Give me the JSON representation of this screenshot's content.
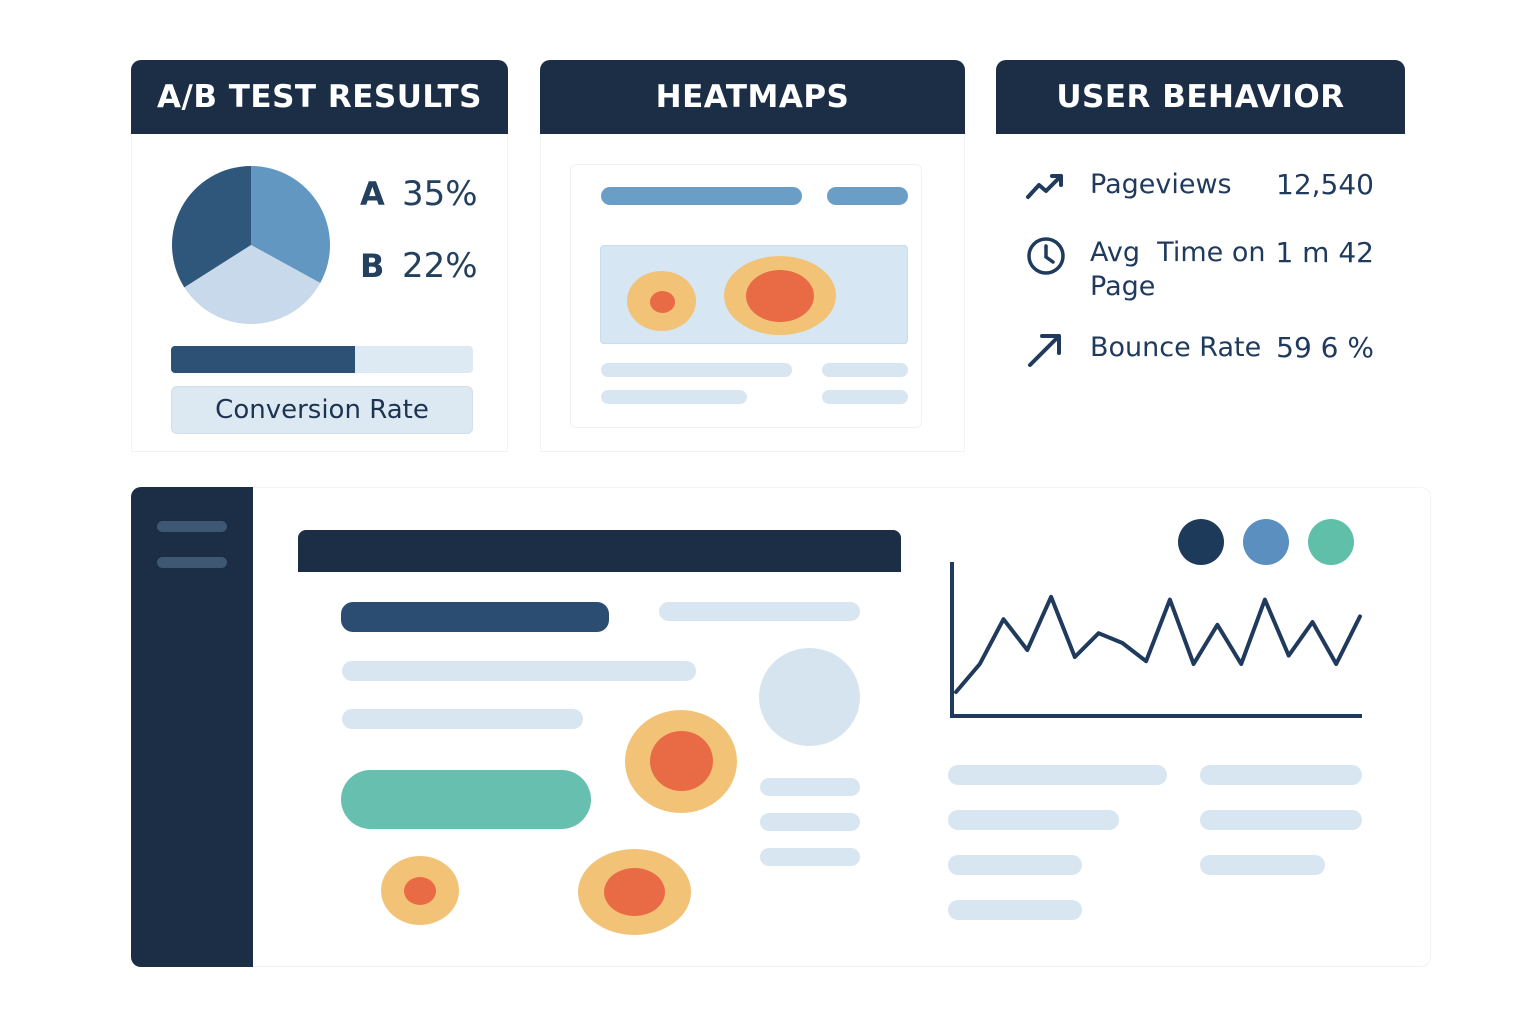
{
  "cards": {
    "ab_test": {
      "title": "A/B TEST RESULTS"
    },
    "heatmaps": {
      "title": "HEATMAPS"
    },
    "user_behavior": {
      "title": "USER BEHAVIOR"
    }
  },
  "ab_test": {
    "variants": [
      {
        "key": "A",
        "value": "35%"
      },
      {
        "key": "B",
        "value": "22%"
      }
    ],
    "pie_slices": [
      {
        "share": 0.33,
        "color": "#6197c0"
      },
      {
        "share": 0.33,
        "color": "#c7d9ea"
      },
      {
        "share": 0.34,
        "color": "#2f577c"
      }
    ],
    "conversion_progress": 0.61,
    "conversion_label": "Conversion Rate"
  },
  "user_behavior": {
    "metrics": [
      {
        "icon": "trend-up-icon",
        "label": "Pageviews",
        "value": "12,540"
      },
      {
        "icon": "clock-icon",
        "label_line1": "Avg  Time on",
        "label_line2": "Page",
        "value": "1 m 42"
      },
      {
        "icon": "arrow-up-right-icon",
        "label": "Bounce Rate",
        "value": "59 6 %"
      }
    ]
  },
  "colors": {
    "navy": "#1b2e46",
    "accent_blue": "#6197c0",
    "light_blue": "#d8e6f1",
    "teal": "#67bfb0",
    "heat_orange": "#f2c377",
    "heat_red": "#e96b45"
  },
  "dashboard": {
    "legend_dots": [
      "#1e3a5a",
      "#5a8fc0",
      "#5fbfa8"
    ],
    "line_series": [
      0.1,
      0.3,
      0.62,
      0.4,
      0.78,
      0.35,
      0.52,
      0.45,
      0.32,
      0.76,
      0.3,
      0.58,
      0.3,
      0.76,
      0.36,
      0.6,
      0.3,
      0.64
    ]
  }
}
